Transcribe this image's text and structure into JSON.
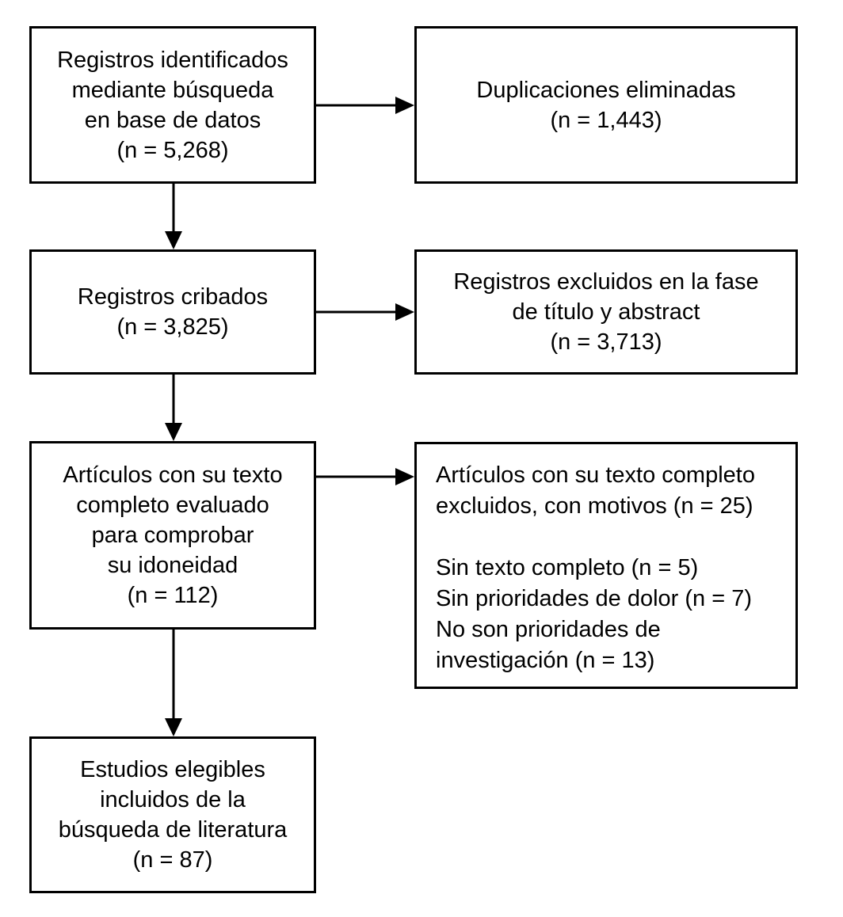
{
  "flowchart": {
    "colors": {
      "background": "#ffffff",
      "box_fill": "#ffffff",
      "box_border": "#000000",
      "arrow": "#000000",
      "text": "#000000"
    },
    "boxes": {
      "identified": {
        "text": "Registros identificados\nmediante búsqueda\nen base de datos\n(n = 5,268)",
        "n": "5,268"
      },
      "duplicates_removed": {
        "text": "Duplicaciones eliminadas\n(n = 1,443)",
        "n": "1,443"
      },
      "screened": {
        "text": "Registros cribados\n(n = 3,825)",
        "n": "3,825"
      },
      "excluded_title_abstract": {
        "text": "Registros excluidos en la fase\nde título y abstract\n(n = 3,713)",
        "n": "3,713"
      },
      "full_text_assessed": {
        "text": "Artículos con su texto\ncompleto evaluado\npara comprobar\nsu idoneidad\n(n = 112)",
        "n": "112"
      },
      "full_text_excluded": {
        "text": "Artículos con su texto completo\nexcluidos, con motivos (n = 25)\n\nSin texto completo (n = 5)\nSin prioridades de dolor (n = 7)\nNo son prioridades de\ninvestigación (n = 13)",
        "n": "25"
      },
      "included": {
        "text": "Estudios elegibles\nincluidos de la\nbúsqueda de literatura\n(n = 87)",
        "n": "87"
      }
    }
  }
}
